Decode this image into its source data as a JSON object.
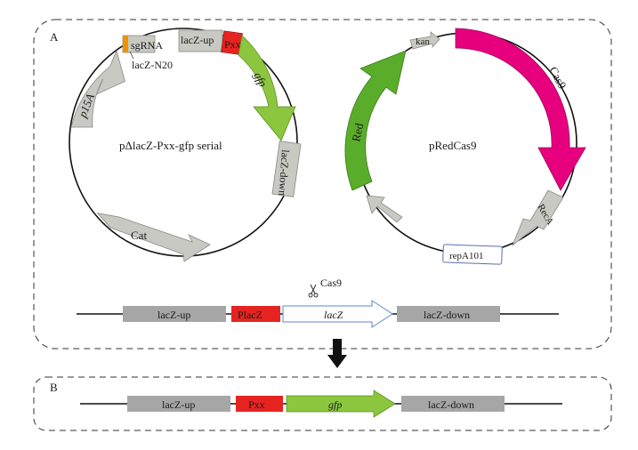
{
  "panel_a": {
    "label": "A"
  },
  "panel_b": {
    "label": "B"
  },
  "plasmid1": {
    "name": "pΔlacZ-Pxx-gfp serial",
    "features": {
      "sgrna": "sgRNA",
      "lacz_n20": "lacZ-N20",
      "lacz_up": "lacZ-up",
      "pxx": "Pxx",
      "gfp": "gfp",
      "lacz_down": "lacZ-down",
      "cat": "Cat",
      "p15a": "p15A"
    }
  },
  "plasmid2": {
    "name": "pRedCas9",
    "features": {
      "kan": "kan",
      "cas9": "Cas9",
      "red": "Red",
      "reca": "RecA",
      "repa101": "repA101"
    }
  },
  "locus_a": {
    "cut_label": "Cas9",
    "segments": [
      "lacZ-up",
      "PlacZ",
      "lacZ",
      "lacZ-down"
    ]
  },
  "locus_b": {
    "segments": [
      "lacZ-up",
      "Pxx",
      "gfp",
      "lacZ-down"
    ]
  },
  "colors": {
    "gray_feature": "#c9c9c3",
    "promoter_red": "#e52421",
    "gfp_green": "#8cc63f",
    "red_green": "#5aad2a",
    "cas9_pink": "#e6007e",
    "sgrna_orange": "#f39200",
    "bar_gray": "#a6a6a6"
  }
}
